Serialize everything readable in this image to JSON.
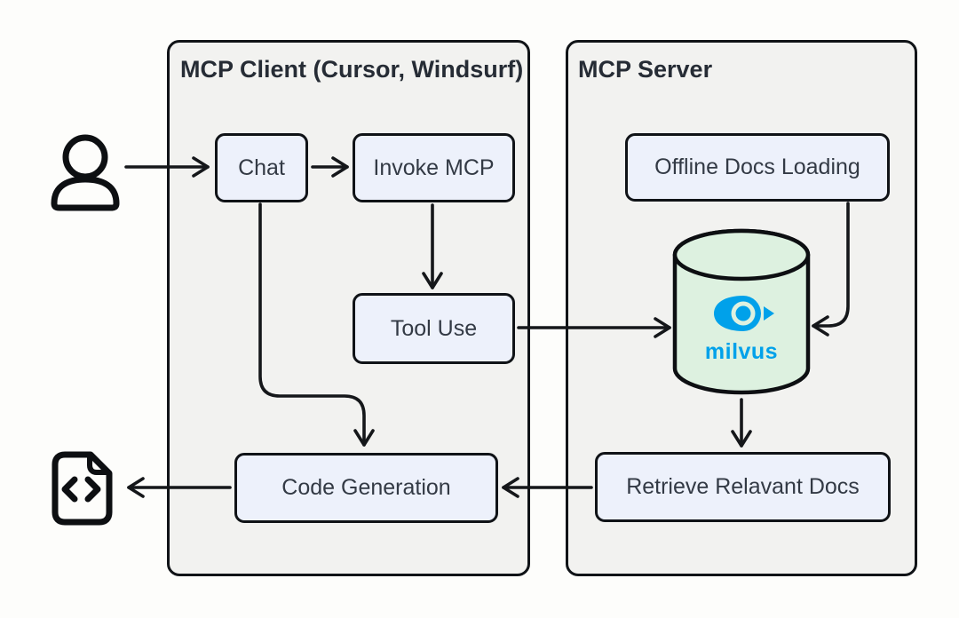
{
  "client": {
    "title": "MCP Client (Cursor, Windsurf)",
    "nodes": {
      "chat": {
        "label": "Chat"
      },
      "invoke_mcp": {
        "label": "Invoke MCP"
      },
      "tool_use": {
        "label": "Tool Use"
      },
      "code_generation": {
        "label": "Code Generation"
      }
    }
  },
  "server": {
    "title": "MCP Server",
    "nodes": {
      "offline_docs_loading": {
        "label": "Offline Docs Loading"
      },
      "retrieve_relevant_docs": {
        "label": "Retrieve Relavant Docs"
      }
    },
    "database": {
      "label": "milvus",
      "shape": "cylinder",
      "fill_color": "#ddf1e0",
      "brand_color": "#00a1ea"
    }
  },
  "external_icons": {
    "user": "user-icon",
    "code_file": "code-file-icon"
  },
  "edges": [
    {
      "from": "user",
      "to": "chat"
    },
    {
      "from": "chat",
      "to": "invoke_mcp"
    },
    {
      "from": "invoke_mcp",
      "to": "tool_use"
    },
    {
      "from": "tool_use",
      "to": "milvus"
    },
    {
      "from": "chat",
      "to": "code_generation"
    },
    {
      "from": "offline_docs_loading",
      "to": "milvus"
    },
    {
      "from": "milvus",
      "to": "retrieve_relevant_docs"
    },
    {
      "from": "retrieve_relevant_docs",
      "to": "code_generation"
    },
    {
      "from": "code_generation",
      "to": "code_file"
    }
  ],
  "colors": {
    "background": "#fdfdfb",
    "container_fill": "#f2f2f0",
    "node_fill": "#edf1fb",
    "stroke": "#101317",
    "milvus_blue": "#00a1ea",
    "cylinder_green": "#ddf1e0"
  }
}
